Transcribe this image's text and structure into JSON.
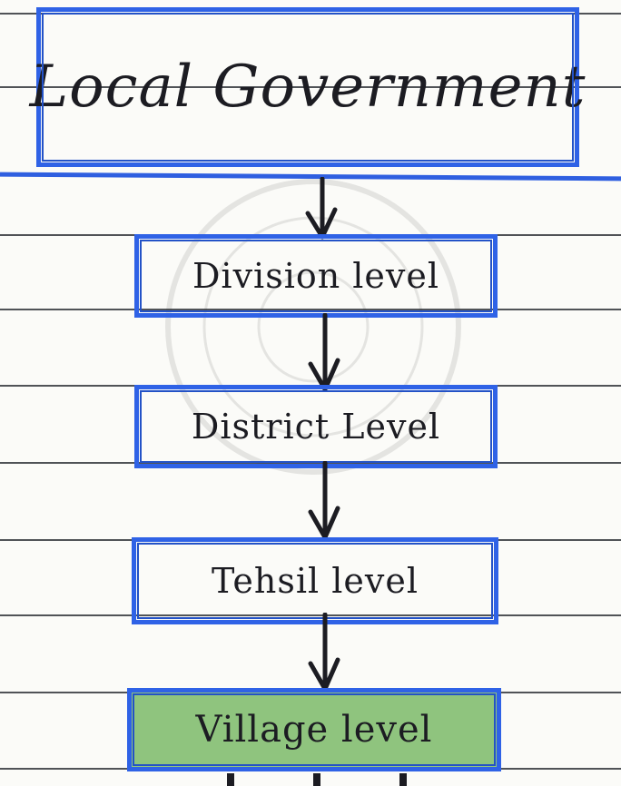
{
  "diagram": {
    "root": "Local Government",
    "levels": [
      "Division level",
      "District Level",
      "Tehsil level",
      "Village level"
    ],
    "colors": {
      "box_border": "#2f62e6",
      "highlight": "#8fc47e",
      "ink": "#1c1c22",
      "ruled_line": "#2a2d33"
    }
  }
}
